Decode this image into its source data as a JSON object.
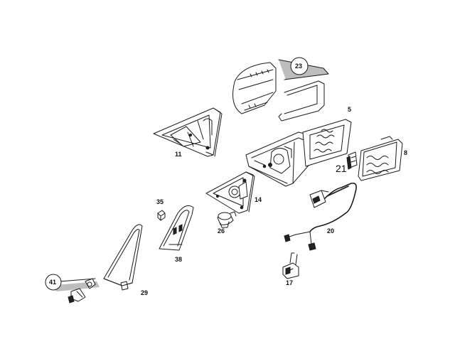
{
  "parts": {
    "p23": "23",
    "p5": "5",
    "p8": "8",
    "p11": "11",
    "p21": "21",
    "p14": "14",
    "p35": "35",
    "p26": "26",
    "p38": "38",
    "p20": "20",
    "p29": "29",
    "p41": "41",
    "p17": "17"
  }
}
